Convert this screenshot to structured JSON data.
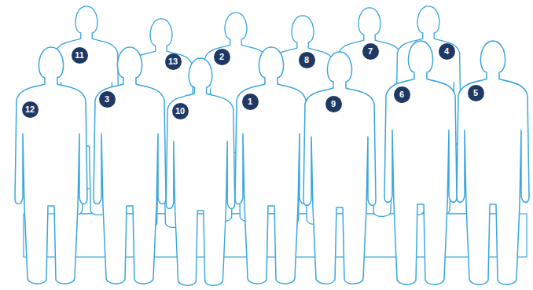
{
  "diagram": {
    "nodes": [
      {
        "text": [
          "11"
        ]
      },
      {
        "text": [
          "13"
        ]
      },
      {
        "text": [
          "2"
        ]
      },
      {
        "text": [
          "8"
        ]
      },
      {
        "text": [
          "7"
        ]
      },
      {
        "text": [
          "4"
        ]
      },
      {
        "text": [
          "12"
        ]
      },
      {
        "text": [
          "3"
        ]
      },
      {
        "text": [
          "10"
        ]
      },
      {
        "text": [
          "1"
        ]
      },
      {
        "text": [
          "9"
        ]
      },
      {
        "text": [
          "6"
        ]
      },
      {
        "text": [
          "5"
        ]
      }
    ]
  }
}
